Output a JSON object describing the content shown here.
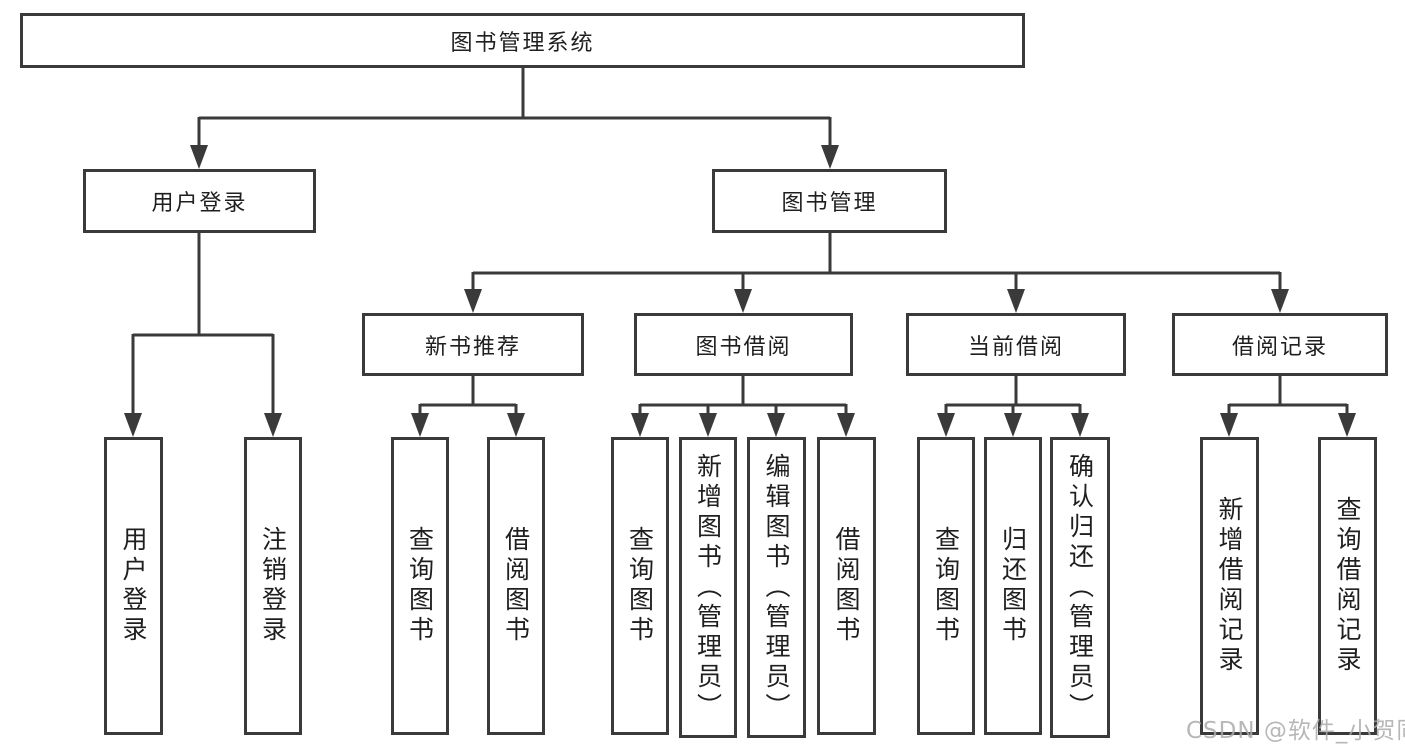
{
  "watermark": "CSDN @软件_小贺同学",
  "colors": {
    "line": "#3a3a3a",
    "box_background": "#ffffff",
    "text": "#1f1f1f",
    "watermark": "#aaaaaa"
  },
  "tree": {
    "label": "图书管理系统",
    "children": [
      {
        "label": "用户登录",
        "children": [
          {
            "label": "用户登录"
          },
          {
            "label": "注销登录"
          }
        ]
      },
      {
        "label": "图书管理",
        "children": [
          {
            "label": "新书推荐",
            "children": [
              {
                "label": "查询图书"
              },
              {
                "label": "借阅图书"
              }
            ]
          },
          {
            "label": "图书借阅",
            "children": [
              {
                "label": "查询图书"
              },
              {
                "label": "新增图书（管理员）"
              },
              {
                "label": "编辑图书（管理员）"
              },
              {
                "label": "借阅图书"
              }
            ]
          },
          {
            "label": "当前借阅",
            "children": [
              {
                "label": "查询图书"
              },
              {
                "label": "归还图书"
              },
              {
                "label": "确认归还（管理员）"
              }
            ]
          },
          {
            "label": "借阅记录",
            "children": [
              {
                "label": "新增借阅记录"
              },
              {
                "label": "查询借阅记录"
              }
            ]
          }
        ]
      }
    ]
  }
}
